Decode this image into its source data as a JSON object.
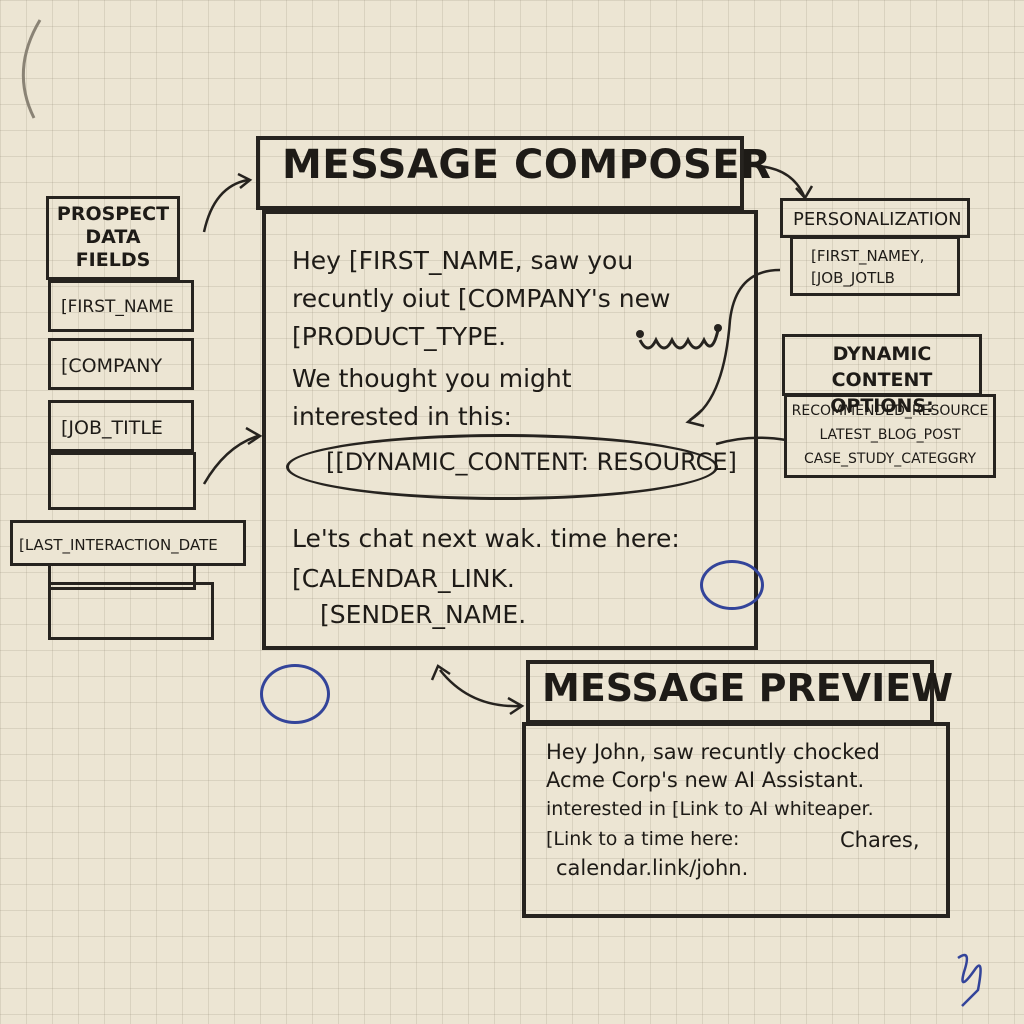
{
  "prospect": {
    "title_line1": "PROSPECT",
    "title_line2": "DATA",
    "title_line3": "FIELDS",
    "fields": [
      "[FIRST_NAME",
      "[COMPANY",
      "[JOB_TITLE",
      "",
      "[LAST_INTERACTION_DATE",
      ""
    ]
  },
  "composer": {
    "title": "MESSAGE COMPOSER",
    "lines": [
      "Hey [FIRST_NAME, saw you",
      "recuntly oiut [COMPANY's new",
      "[PRODUCT_TYPE.",
      "We thought you might",
      "interested in this:",
      "[[DYNAMIC_CONTENT: RESOURCE]",
      "Le'ts chat next wak. time here:",
      "[CALENDAR_LINK.",
      "[SENDER_NAME."
    ]
  },
  "personalization": {
    "title": "PERSONALIZATION",
    "items": [
      "[FIRST_NAMEY,",
      "[JOB_JOTLB"
    ]
  },
  "dynamic_options": {
    "title_line1": "DYNAMIC CONTENT",
    "title_line2": "OPTIONS:",
    "items": [
      "RECOMMENDED_RESOURCE",
      "LATEST_BLOG_POST",
      "CASE_STUDY_CATEGGRY"
    ]
  },
  "preview": {
    "title": "MESSAGE PREVIEW",
    "lines": [
      "Hey John, saw recuntly chocked",
      "Acme Corp's new AI Assistant.",
      "interested in [Link to AI whiteaper.",
      "[Link to a time here:",
      "Chares,",
      "calendar.link/john."
    ]
  },
  "colors": {
    "ink": "#26231f",
    "blue_ink": "#33449a",
    "paper": "#ece5d3"
  }
}
